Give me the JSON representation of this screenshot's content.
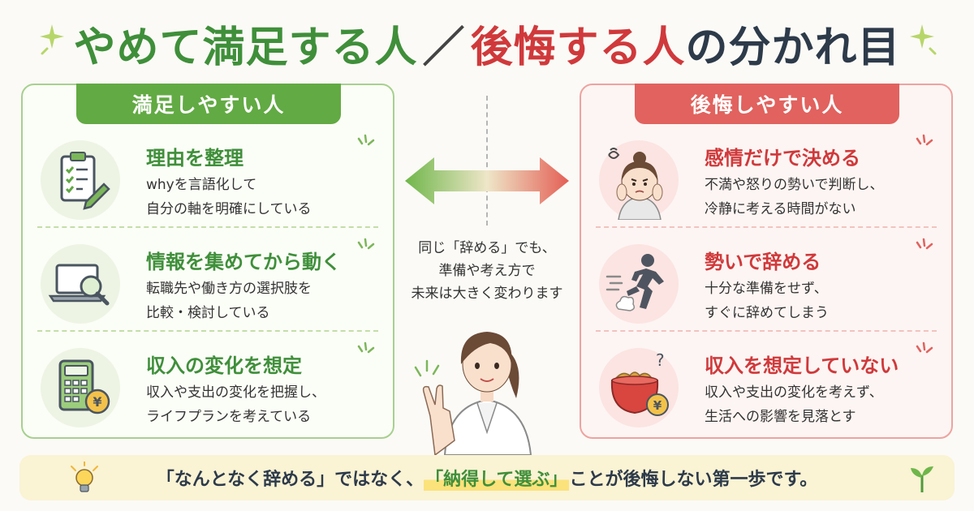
{
  "title": {
    "part1": "やめて満足する人",
    "slash": "／",
    "part2": "後悔する人",
    "part3": "の分かれ目"
  },
  "left_panel": {
    "header": "満足しやすい人",
    "items": [
      {
        "title": "理由を整理",
        "desc1": "whyを言語化して",
        "desc2": "自分の軸を明確にしている",
        "icon": "clipboard-icon"
      },
      {
        "title": "情報を集めてから動く",
        "desc1": "転職先や働き方の選択肢を",
        "desc2": "比較・検討している",
        "icon": "laptop-magnifier-icon"
      },
      {
        "title": "収入の変化を想定",
        "desc1": "収入や支出の変化を把握し、",
        "desc2": "ライフプランを考えている",
        "icon": "calculator-icon"
      }
    ]
  },
  "right_panel": {
    "header": "後悔しやすい人",
    "items": [
      {
        "title": "感情だけで決める",
        "desc1": "不満や怒りの勢いで判断し、",
        "desc2": "冷静に考える時間がない",
        "icon": "confused-woman-icon"
      },
      {
        "title": "勢いで辞める",
        "desc1": "十分な準備をせず、",
        "desc2": "すぐに辞めてしまう",
        "icon": "running-person-icon"
      },
      {
        "title": "収入を想定していない",
        "desc1": "収入や支出の変化を考えず、",
        "desc2": "生活への影響を見落とす",
        "icon": "empty-purse-icon"
      }
    ]
  },
  "center": {
    "line1": "同じ「辞める」でも、",
    "line2": "準備や考え方で",
    "line3": "未来は大きく変わります"
  },
  "banner": {
    "before": "「なんとなく辞める」ではなく、",
    "highlight": "「納得して選ぶ」",
    "after": "ことが後悔しない第一歩です。"
  },
  "colors": {
    "green": "#3f8f3a",
    "green_tab": "#62aa43",
    "red": "#d0393b",
    "red_tab": "#e1625e",
    "banner_bg": "#faf3d4"
  }
}
